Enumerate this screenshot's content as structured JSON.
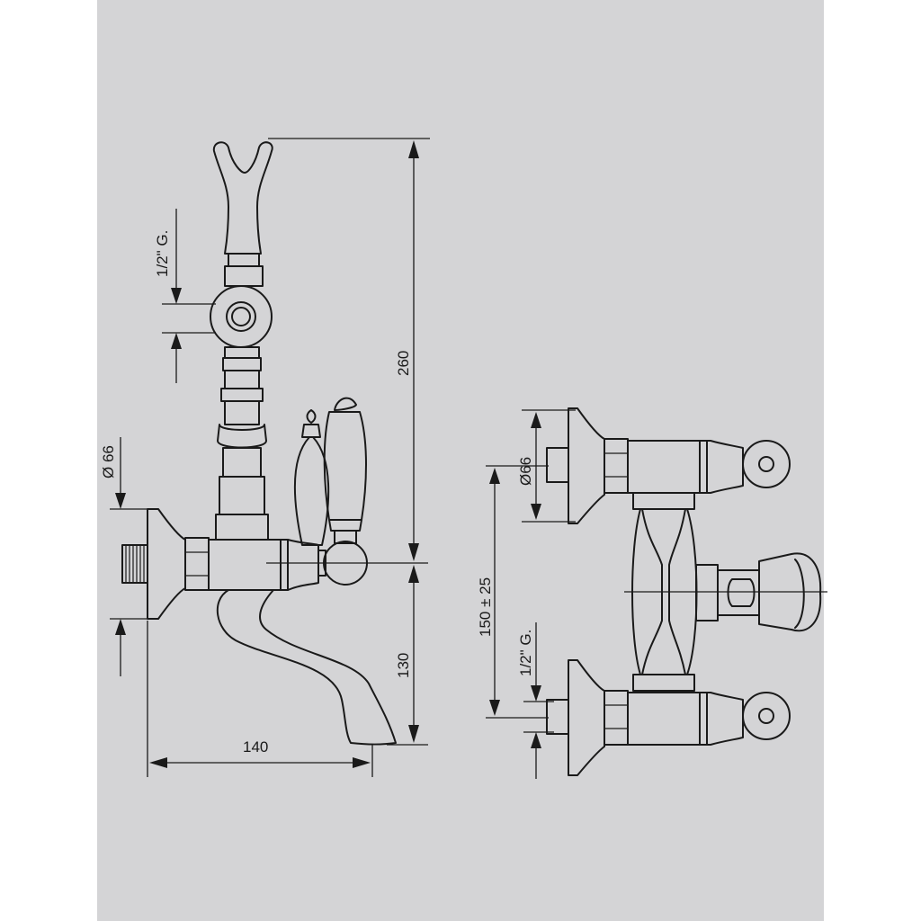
{
  "labels": {
    "thread_top": "1/2\" G.",
    "height_total": "260",
    "dia_left": "Ø 66",
    "spout_drop": "130",
    "spout_reach": "140",
    "dia_right": "Ø66",
    "centers": "150 ± 25",
    "thread_bottom": "1/2\" G."
  }
}
